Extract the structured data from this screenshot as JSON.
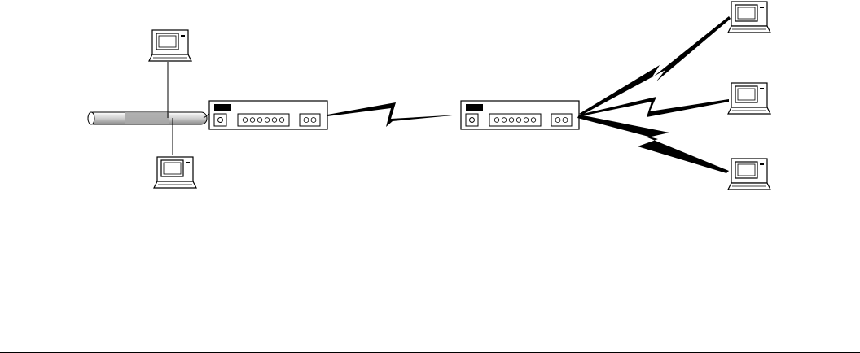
{
  "diagram": {
    "title": "",
    "nodes": [
      {
        "id": "workstation-1",
        "icon": "laptop-icon"
      },
      {
        "id": "workstation-2",
        "icon": "laptop-icon"
      },
      {
        "id": "lan-cable",
        "icon": "coax-cable-icon"
      },
      {
        "id": "router-a",
        "icon": "router-icon"
      },
      {
        "id": "router-b",
        "icon": "router-icon"
      },
      {
        "id": "remote-1",
        "icon": "laptop-icon"
      },
      {
        "id": "remote-2",
        "icon": "laptop-icon"
      },
      {
        "id": "remote-3",
        "icon": "laptop-icon"
      }
    ],
    "links": [
      {
        "from": "workstation-1",
        "to": "lan-cable",
        "kind": "wired"
      },
      {
        "from": "workstation-2",
        "to": "lan-cable",
        "kind": "wired"
      },
      {
        "from": "lan-cable",
        "to": "router-a",
        "kind": "wired"
      },
      {
        "from": "router-a",
        "to": "router-b",
        "kind": "wireless-serial",
        "icon": "lightning-icon"
      },
      {
        "from": "router-b",
        "to": "remote-1",
        "kind": "wireless",
        "icon": "lightning-icon"
      },
      {
        "from": "router-b",
        "to": "remote-2",
        "kind": "wireless",
        "icon": "lightning-icon"
      },
      {
        "from": "router-b",
        "to": "remote-3",
        "kind": "wireless",
        "icon": "lightning-icon"
      }
    ],
    "colors": {
      "stroke": "#000000",
      "cable_fill": "#d9d9d9",
      "cable_band": "#a6a6a6",
      "background": "#ffffff"
    }
  }
}
